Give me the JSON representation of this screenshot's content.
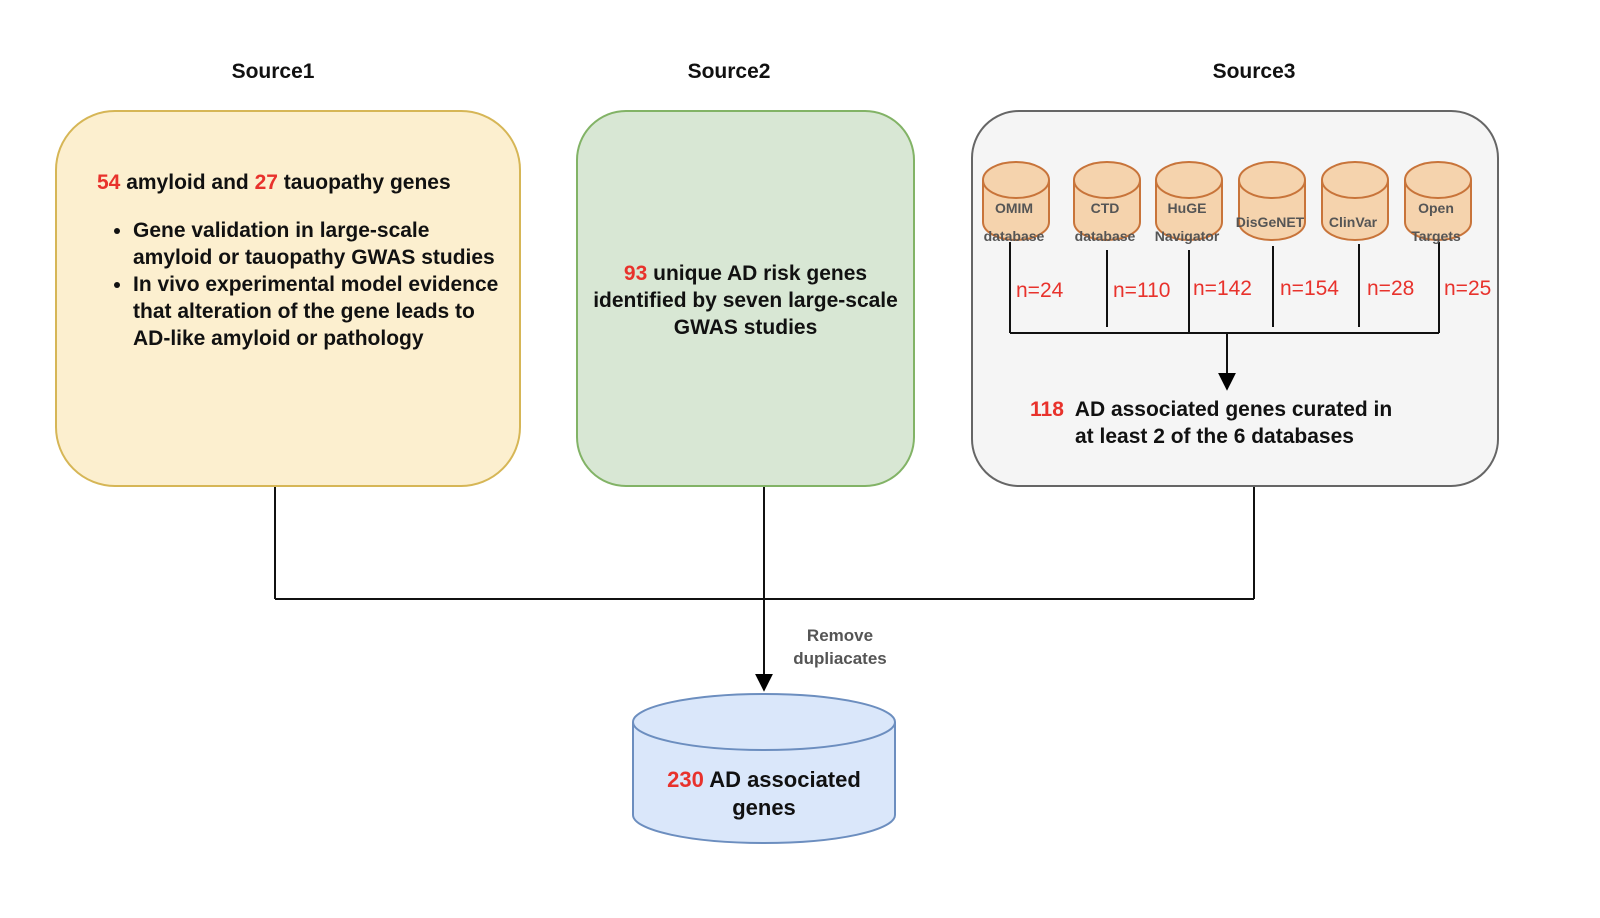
{
  "sources": [
    {
      "title": "Source1"
    },
    {
      "title": "Source2"
    },
    {
      "title": "Source3"
    }
  ],
  "source1": {
    "count_a": "54",
    "text_a": "amyloid and",
    "count_b": "27",
    "text_b": "tauopathy genes",
    "bullets": [
      "Gene validation in large-scale amyloid or tauopathy GWAS studies",
      "In vivo experimental model evidence that alteration of the gene leads to AD-like amyloid or pathology"
    ]
  },
  "source2": {
    "count": "93",
    "text_first": "unique AD risk genes",
    "text_rest": "identified by seven large-scale GWAS studies"
  },
  "source3": {
    "databases": [
      {
        "name_line1": "OMIM",
        "name_line2": "database",
        "count": "n=24"
      },
      {
        "name_line1": "CTD",
        "name_line2": "database",
        "count": "n=110"
      },
      {
        "name_line1": "HuGE",
        "name_line2": "Navigator",
        "count": "n=142"
      },
      {
        "name_line1": "DisGeNET",
        "name_line2": "",
        "count": "n=154"
      },
      {
        "name_line1": "ClinVar",
        "name_line2": "",
        "count": "n=28"
      },
      {
        "name_line1": "Open",
        "name_line2": "Targets",
        "count": "n=25"
      }
    ],
    "result_count": "118",
    "result_text_first": "AD associated genes curated in",
    "result_text_second": "at least 2 of the 6 databases"
  },
  "dedup_label_line1": "Remove",
  "dedup_label_line2": "dupliacates",
  "final": {
    "count": "230",
    "text_first": "AD associated",
    "text_second": "genes"
  },
  "colors": {
    "source1_fill": "#fcefcf",
    "source1_border": "#d6b656",
    "source2_fill": "#d8e7d4",
    "source2_border": "#82b366",
    "source3_fill": "#f5f5f5",
    "source3_border": "#666666",
    "db_fill": "#f5d3ad",
    "db_border": "#c8743a",
    "final_fill": "#dae7fa",
    "final_border": "#6c8ebf",
    "accent_red": "#e8322c"
  }
}
